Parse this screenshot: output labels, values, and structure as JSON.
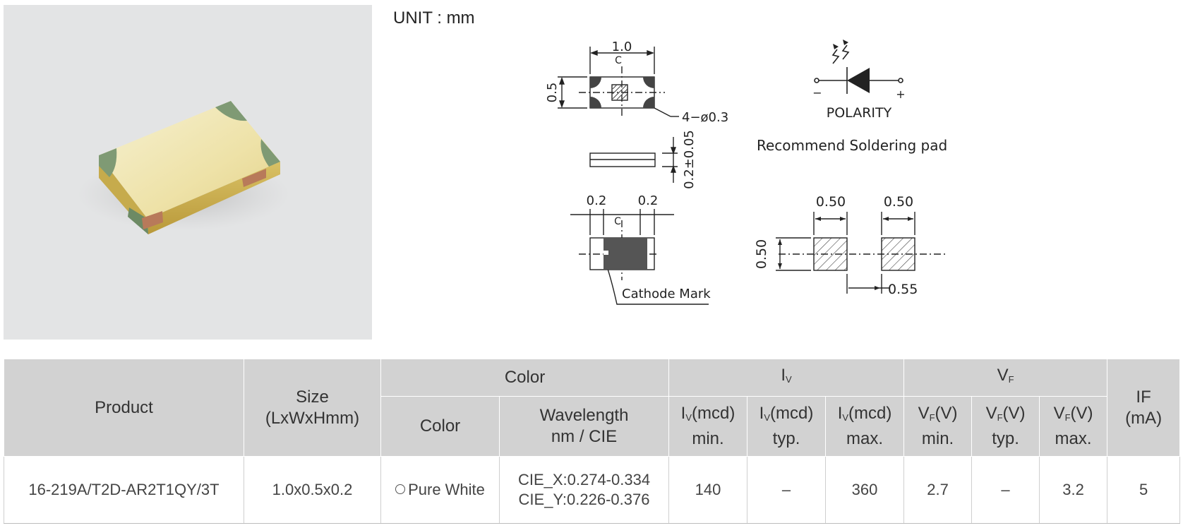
{
  "drawing": {
    "unit_label": "UNIT : mm",
    "top_view": {
      "width_dim": "1.0",
      "height_dim": "0.5",
      "hole_dim": "4−ø0.3",
      "center_mark": "C"
    },
    "side_view": {
      "thickness_dim": "0.2±0.05"
    },
    "bottom_view": {
      "left_dim": "0.2",
      "right_dim": "0.2",
      "cathode_label": "Cathode Mark",
      "center_mark": "C"
    },
    "polarity": {
      "label": "POLARITY",
      "minus": "−",
      "plus": "+"
    },
    "solder_pad": {
      "title": "Recommend Soldering pad",
      "pad1_width": "0.50",
      "pad2_width": "0.50",
      "pad_height": "0.50",
      "gap": "0.55"
    }
  },
  "table": {
    "headers": {
      "product": "Product",
      "size_line1": "Size",
      "size_line2": "(LxWxHmm)",
      "color_group": "Color",
      "color": "Color",
      "wavelength_line1": "Wavelength",
      "wavelength_line2": "nm / CIE",
      "iv_group": "I",
      "iv_sub": "V",
      "iv_min_unit": "(mcd)",
      "iv_min_line2": "min.",
      "iv_typ_line2": "typ.",
      "iv_max_line2": "max.",
      "vf_group": "V",
      "vf_sub": "F",
      "vf_unit": "(V)",
      "vf_min_line2": "min.",
      "vf_typ_line2": "typ.",
      "vf_max_line2": "max.",
      "if_line1": "IF",
      "if_line2": "(mA)"
    },
    "rows": [
      {
        "product": "16-219A/T2D-AR2T1QY/3T",
        "size": "1.0x0.5x0.2",
        "color": "Pure White",
        "cie_x": "CIE_X:0.274-0.334",
        "cie_y": "CIE_Y:0.226-0.376",
        "iv_min": "140",
        "iv_typ": "–",
        "iv_max": "360",
        "vf_min": "2.7",
        "vf_typ": "–",
        "vf_max": "3.2",
        "if": "5"
      }
    ]
  }
}
